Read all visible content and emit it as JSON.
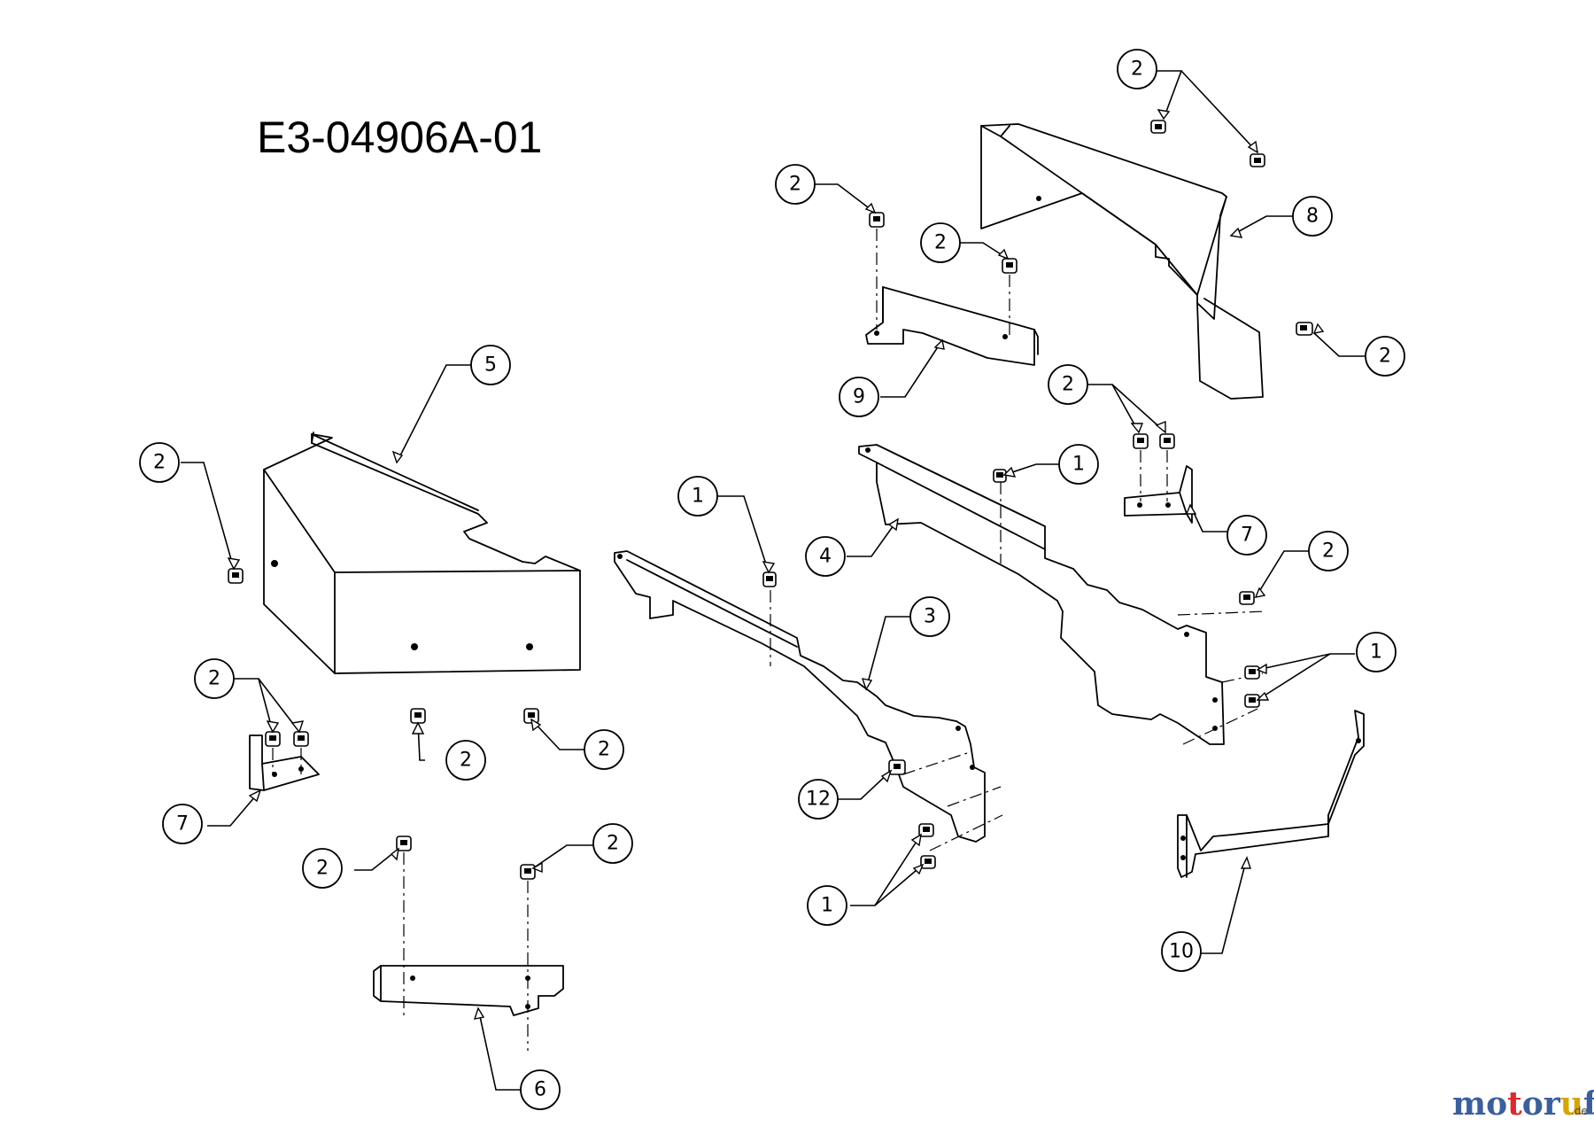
{
  "drawing_code": "E3-04906A-01",
  "callouts": {
    "c2_top": "2",
    "c8": "8",
    "c2_bracket9_left": "2",
    "c2_bracket9_right": "2",
    "c2_right_bolt": "2",
    "c9": "9",
    "c5": "5",
    "c2_bracket7_right": "2",
    "c1_rail4": "1",
    "c7_right": "7",
    "c2_left_bolt": "2",
    "c1_rail3": "1",
    "c4": "4",
    "c2_rail4_end": "2",
    "c3": "3",
    "c1_rail4_end": "1",
    "c2_bracket7_left": "2",
    "c2_under5_a": "2",
    "c2_under5_b": "2",
    "c7_left": "7",
    "c12": "12",
    "c2_bracket6_left": "2",
    "c2_bracket6_right": "2",
    "c1_rail3_end": "1",
    "c10": "10",
    "c6": "6"
  },
  "watermark": {
    "letters": [
      "m",
      "o",
      "t",
      "o",
      "r",
      "u",
      "f"
    ],
    "suffix": ".de",
    "colors": [
      "#3a5f9e",
      "#3a5f9e",
      "#e0262e",
      "#3a5f9e",
      "#3a5f9e",
      "#d9a400",
      "#3a5f9e"
    ]
  }
}
